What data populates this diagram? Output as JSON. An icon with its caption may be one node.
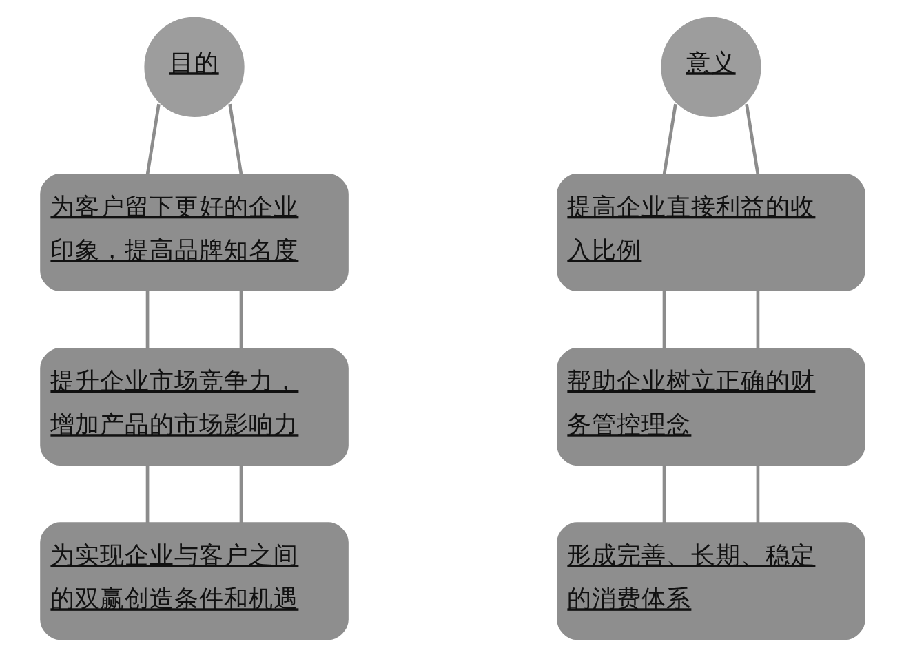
{
  "diagram": {
    "nodes": [
      {
        "text": [
          "目的"
        ]
      },
      {
        "text": [
          "为客户留下更好的企业印象，提高品牌知名度"
        ]
      },
      {
        "text": [
          "提升企业市场竞争力，增加产品的市场影响力"
        ]
      },
      {
        "text": [
          "为实现企业与客户之间的双赢创造条件和机遇"
        ]
      },
      {
        "text": [
          "意义"
        ]
      },
      {
        "text": [
          "提高企业直接利益的收入比例"
        ]
      },
      {
        "text": [
          "帮助企业树立正确的财务管控理念"
        ]
      },
      {
        "text": [
          "形成完善、长期、稳定的消费体系"
        ]
      }
    ],
    "edges": [
      {
        "from": 0,
        "to": 1,
        "arrow": "none"
      },
      {
        "from": 0,
        "to": 1,
        "arrow": "none"
      },
      {
        "from": 1,
        "to": 2,
        "arrow": "none"
      },
      {
        "from": 1,
        "to": 2,
        "arrow": "none"
      },
      {
        "from": 2,
        "to": 3,
        "arrow": "none"
      },
      {
        "from": 2,
        "to": 3,
        "arrow": "none"
      },
      {
        "from": 4,
        "to": 5,
        "arrow": "none"
      },
      {
        "from": 4,
        "to": 5,
        "arrow": "none"
      },
      {
        "from": 5,
        "to": 6,
        "arrow": "none"
      },
      {
        "from": 5,
        "to": 6,
        "arrow": "none"
      },
      {
        "from": 6,
        "to": 7,
        "arrow": "none"
      },
      {
        "from": 6,
        "to": 7,
        "arrow": "none"
      }
    ]
  }
}
